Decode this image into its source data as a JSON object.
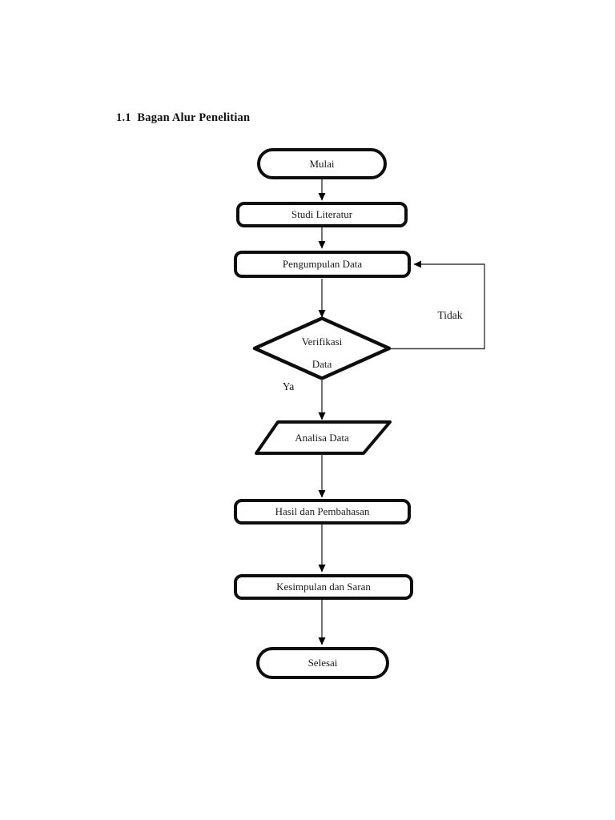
{
  "page": {
    "title": "1.1  Bagan Alur Penelitian"
  },
  "flowchart": {
    "nodes": [
      {
        "id": "start",
        "type": "terminator",
        "label": "Mulai"
      },
      {
        "id": "studi",
        "type": "process",
        "label": "Studi Literatur"
      },
      {
        "id": "pengumpulan",
        "type": "process",
        "label": "Pengumpulan Data"
      },
      {
        "id": "verifikasi",
        "type": "decision",
        "label": "Verifikasi Data",
        "label_line1": "Verifikasi",
        "label_line2": "Data"
      },
      {
        "id": "analisa",
        "type": "input-output",
        "label": "Analisa Data"
      },
      {
        "id": "hasil",
        "type": "process",
        "label": "Hasil dan Pembahasan"
      },
      {
        "id": "kesimpulan",
        "type": "process",
        "label": "Kesimpulan dan Saran"
      },
      {
        "id": "end",
        "type": "terminator",
        "label": "Selesai"
      }
    ],
    "edge_labels": {
      "yes": "Ya",
      "no": "Tidak"
    },
    "colors": {
      "shape_stroke": "#0d0d0d",
      "shape_fill": "#ffffff",
      "connector": "#3a3a3a",
      "arrowhead": "#000000"
    }
  }
}
